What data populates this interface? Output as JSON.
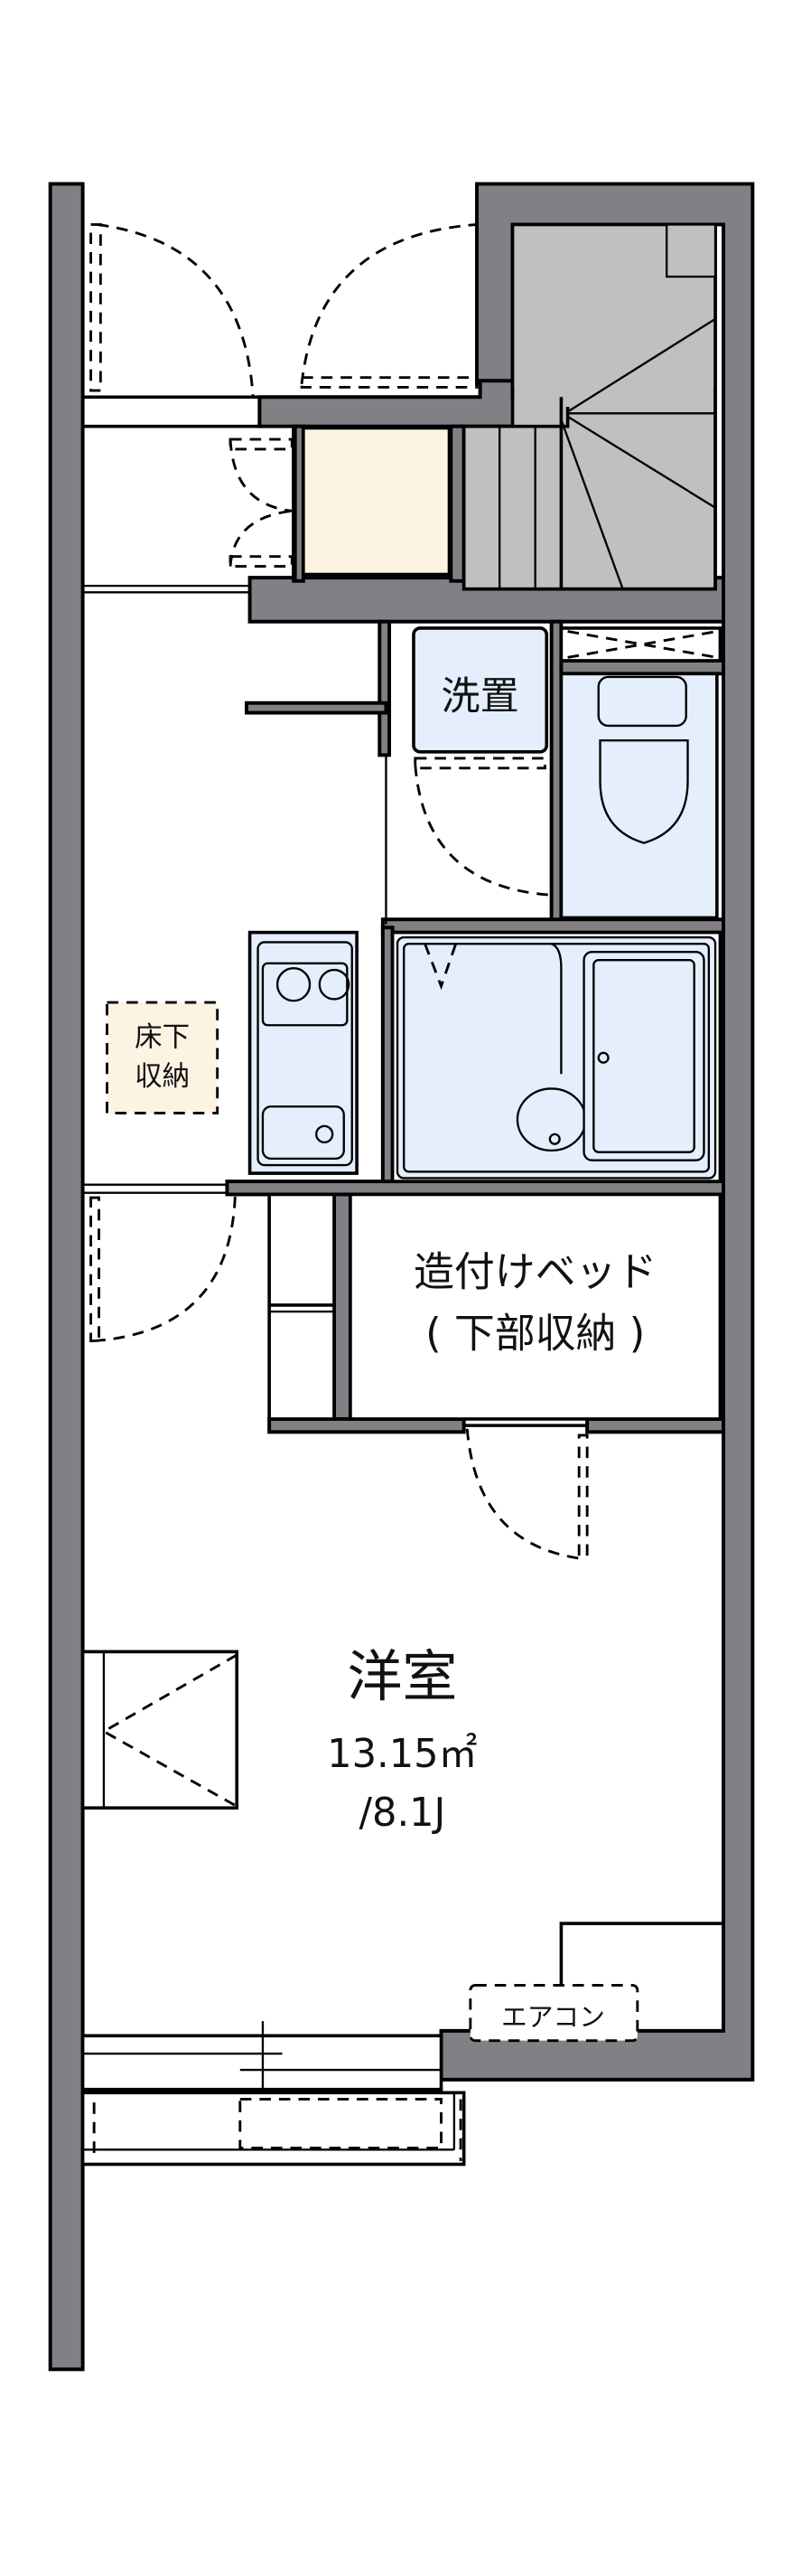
{
  "plan": {
    "type": "apartment floor plan",
    "colors": {
      "wall": "#808085",
      "stair": "#c0c0c0",
      "fixture": "#e4eefc",
      "storage_highlight": "#fdf3e2",
      "line": "#000000",
      "background": "#ffffff"
    },
    "rooms": {
      "laundry": {
        "label": "洗置"
      },
      "underfloor_storage": {
        "line1": "床下",
        "line2": "収納"
      },
      "built_in_bed": {
        "line1": "造付けベッド",
        "line2": "( 下部収納 )"
      },
      "western_room": {
        "label": "洋室",
        "area": "13.15㎡",
        "tatami": "/8.1J"
      },
      "air_conditioner": {
        "label": "エアコン"
      }
    }
  }
}
